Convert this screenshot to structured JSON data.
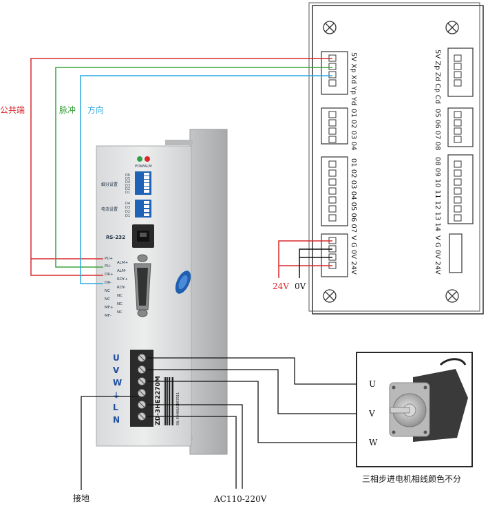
{
  "labels": {
    "common": "公共端",
    "pulse": "脉冲",
    "direction": "方向",
    "v24": "24V",
    "v0": "0V",
    "ground": "接地",
    "ac_input": "AC110-220V",
    "motor_note": "三相步进电机相线颜色不分",
    "motor_u": "U",
    "motor_v": "V",
    "motor_w": "W"
  },
  "driver": {
    "led_power": "POW",
    "led_alarm": "ALM",
    "dip_group1": "细分设置",
    "dip_group2": "电流设置",
    "dip_codes1": [
      "D6",
      "D5",
      "D4",
      "D3",
      "D2",
      "D1"
    ],
    "dip_codes2": [
      "D4",
      "D3",
      "D2",
      "D1"
    ],
    "rs232": "RS-232",
    "signal_left": [
      "PU+",
      "PU-",
      "DR+",
      "DR-",
      "NC",
      "NC",
      "MF+",
      "MF-"
    ],
    "signal_right": [
      "ALM+",
      "ALM-",
      "RDY+",
      "RDY-",
      "NC",
      "NC",
      "NC"
    ],
    "terminal_letters": [
      "U",
      "V",
      "W",
      "⏚",
      "L",
      "N"
    ],
    "model": "ZD-3HE2270M",
    "serial": "SN:E0408A2B07011"
  },
  "board": {
    "col1": [
      "5V Xp Xd Yp Yd",
      "01 02 03 04",
      "01 02 03 04 05 06 07",
      "V G 0V 24V"
    ],
    "col2": [
      "5V Zp Zd Cp Cd",
      "05 06 07 08",
      "08 09 10 11 12 13 14",
      "V G 0V 24V"
    ]
  },
  "colors": {
    "red": "#d8282c",
    "green": "#3aa33c",
    "blue": "#28a8e0",
    "black": "#111111"
  }
}
